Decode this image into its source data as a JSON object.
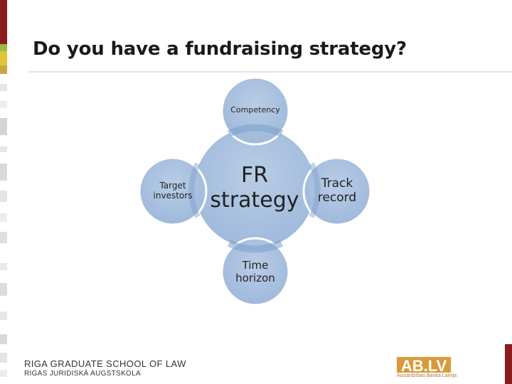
{
  "slide": {
    "title": "Do you have a fundraising strategy?"
  },
  "diagram": {
    "center": "FR strategy",
    "center_lines": [
      "FR",
      "strategy"
    ],
    "nodes": {
      "top": [
        "Competency"
      ],
      "left": [
        "Target",
        "investors"
      ],
      "right": [
        "Track",
        "record"
      ],
      "bottom": [
        "Time",
        "horizon"
      ]
    }
  },
  "footer": {
    "school_name": "RIGA GRADUATE SCHOOL OF LAW",
    "school_name_latvian": "RIGAS JURIDISKĀ AUGSTSKOLA",
    "sponsor_logo_text": "AB.LV",
    "sponsor_logo_subtitle": "Aizsardzības Banka Latvija"
  },
  "colors": {
    "accent_dark_red": "#8a1c22",
    "accent_green": "#9bbb3f",
    "accent_yellow": "#e2c43c",
    "circle_fill": "#a9c1df",
    "circle_stroke": "#ffffff",
    "title_rule": "#d9d9d9",
    "logo_orange": "#d99a3c"
  }
}
